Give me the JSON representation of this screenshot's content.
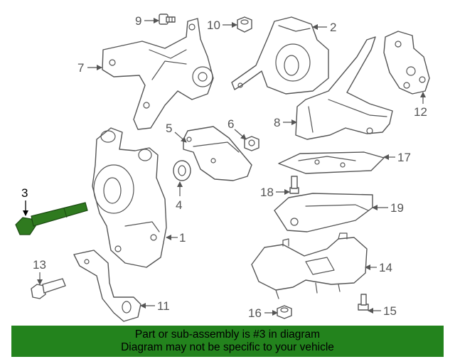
{
  "diagram": {
    "callouts": {
      "c1": "1",
      "c2": "2",
      "c3": "3",
      "c4": "4",
      "c5": "5",
      "c6": "6",
      "c7": "7",
      "c8": "8",
      "c9": "9",
      "c10": "10",
      "c11": "11",
      "c12": "12",
      "c13": "13",
      "c14": "14",
      "c15": "15",
      "c16": "16",
      "c17": "17",
      "c18": "18",
      "c19": "19"
    },
    "highlighted_part": "3",
    "highlight_color": "#2f7a1f",
    "line_color": "#555555"
  },
  "banner": {
    "line1": "Part or sub-assembly is #3 in diagram",
    "line2": "Diagram may not be specific to your vehicle",
    "background": "#23831d"
  }
}
